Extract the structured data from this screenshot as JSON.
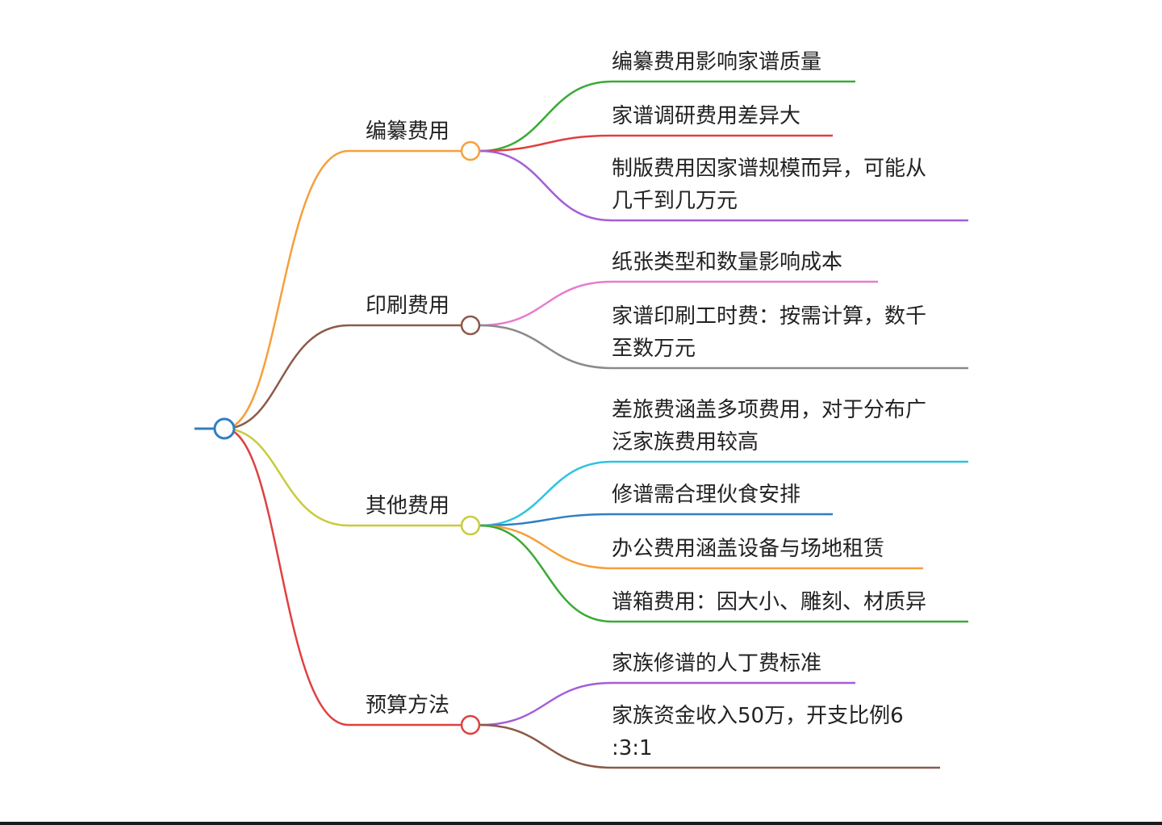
{
  "root": {
    "label": "",
    "color": "#2f7fc1"
  },
  "branches": [
    {
      "label": "编纂费用",
      "color": "#f5a03c",
      "children": [
        {
          "lines": [
            "编纂费用影响家谱质量"
          ],
          "color": "#3aaa35"
        },
        {
          "lines": [
            "家谱调研费用差异大"
          ],
          "color": "#e04040"
        },
        {
          "lines": [
            "制版费用因家谱规模而异，可能从",
            "几千到几万元"
          ],
          "color": "#a35fd6"
        }
      ]
    },
    {
      "label": "印刷费用",
      "color": "#8b5a4a",
      "children": [
        {
          "lines": [
            "纸张类型和数量影响成本"
          ],
          "color": "#e87bd0"
        },
        {
          "lines": [
            "家谱印刷工时费：按需计算，数千",
            "至数万元"
          ],
          "color": "#8a8a8a"
        }
      ]
    },
    {
      "label": "其他费用",
      "color": "#c8cc3a",
      "children": [
        {
          "lines": [
            "差旅费涵盖多项费用，对于分布广",
            "泛家族费用较高"
          ],
          "color": "#2ec4de"
        },
        {
          "lines": [
            "修谱需合理伙食安排"
          ],
          "color": "#2f7fc1"
        },
        {
          "lines": [
            "办公费用涵盖设备与场地租赁"
          ],
          "color": "#f5a03c"
        },
        {
          "lines": [
            "谱箱费用：因大小、雕刻、材质异"
          ],
          "color": "#3aaa35"
        }
      ]
    },
    {
      "label": "预算方法",
      "color": "#e04040",
      "children": [
        {
          "lines": [
            "家族修谱的人丁费标准"
          ],
          "color": "#a35fd6"
        },
        {
          "lines": [
            "家族资金收入50万，开支比例6",
            ":3:1"
          ],
          "color": "#8b5a4a"
        }
      ]
    }
  ]
}
